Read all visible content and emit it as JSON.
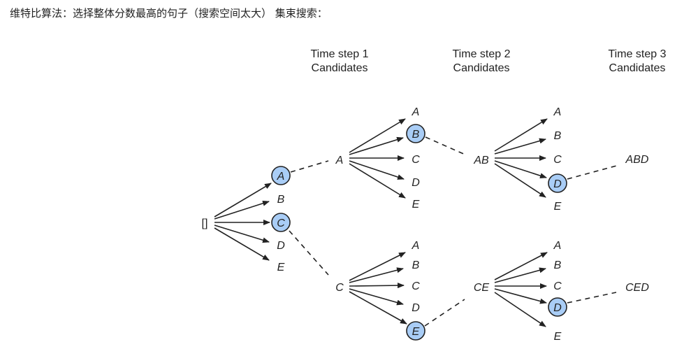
{
  "caption": "维特比算法：选择整体分数最高的句子（搜索空间太大） 集束搜索：",
  "headers": [
    {
      "line1": "Time step 1",
      "line2": "Candidates"
    },
    {
      "line1": "Time step 2",
      "line2": "Candidates"
    },
    {
      "line1": "Time step 3",
      "line2": "Candidates"
    }
  ],
  "tree": {
    "root": "[]",
    "level1": [
      "A",
      "B",
      "C",
      "D",
      "E"
    ],
    "selected_level1": [
      "A",
      "C"
    ],
    "branches": [
      {
        "prefix": "A",
        "children": [
          "A",
          "B",
          "C",
          "D",
          "E"
        ],
        "selected": "B",
        "next": {
          "prefix": "AB",
          "children": [
            "A",
            "B",
            "C",
            "D",
            "E"
          ],
          "selected": "D",
          "result": "ABD"
        }
      },
      {
        "prefix": "C",
        "children": [
          "A",
          "B",
          "C",
          "D",
          "E"
        ],
        "selected": "E",
        "next": {
          "prefix": "CE",
          "children": [
            "A",
            "B",
            "C",
            "D",
            "E"
          ],
          "selected": "D",
          "result": "CED"
        }
      }
    ]
  }
}
